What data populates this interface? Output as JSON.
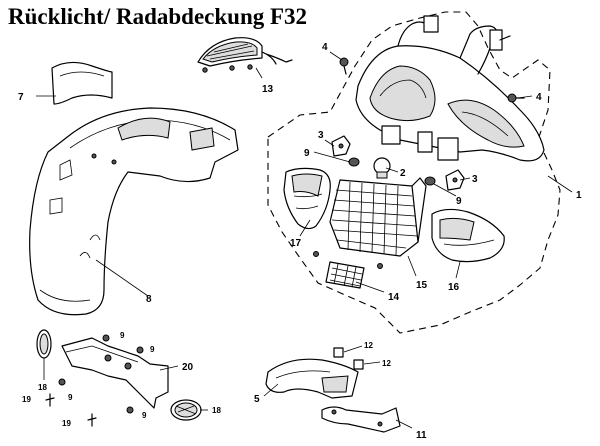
{
  "title": "Rücklicht/ Radabdeckung F32",
  "callouts": [
    {
      "id": "c1",
      "label": "1"
    },
    {
      "id": "c2",
      "label": "2"
    },
    {
      "id": "c3a",
      "label": "3"
    },
    {
      "id": "c3b",
      "label": "3"
    },
    {
      "id": "c4a",
      "label": "4"
    },
    {
      "id": "c4b",
      "label": "4"
    },
    {
      "id": "c5",
      "label": "5"
    },
    {
      "id": "c7",
      "label": "7"
    },
    {
      "id": "c8",
      "label": "8"
    },
    {
      "id": "c9a",
      "label": "9"
    },
    {
      "id": "c9b",
      "label": "9"
    },
    {
      "id": "c9c",
      "label": "9"
    },
    {
      "id": "c9d",
      "label": "9"
    },
    {
      "id": "c9e",
      "label": "9"
    },
    {
      "id": "c9f",
      "label": "9"
    },
    {
      "id": "c11",
      "label": "11"
    },
    {
      "id": "c12a",
      "label": "12"
    },
    {
      "id": "c12b",
      "label": "12"
    },
    {
      "id": "c13",
      "label": "13"
    },
    {
      "id": "c14",
      "label": "14"
    },
    {
      "id": "c15",
      "label": "15"
    },
    {
      "id": "c16",
      "label": "16"
    },
    {
      "id": "c17",
      "label": "17"
    },
    {
      "id": "c18a",
      "label": "18"
    },
    {
      "id": "c18b",
      "label": "18"
    },
    {
      "id": "c19a",
      "label": "19"
    },
    {
      "id": "c19b",
      "label": "19"
    },
    {
      "id": "c20",
      "label": "20"
    }
  ]
}
